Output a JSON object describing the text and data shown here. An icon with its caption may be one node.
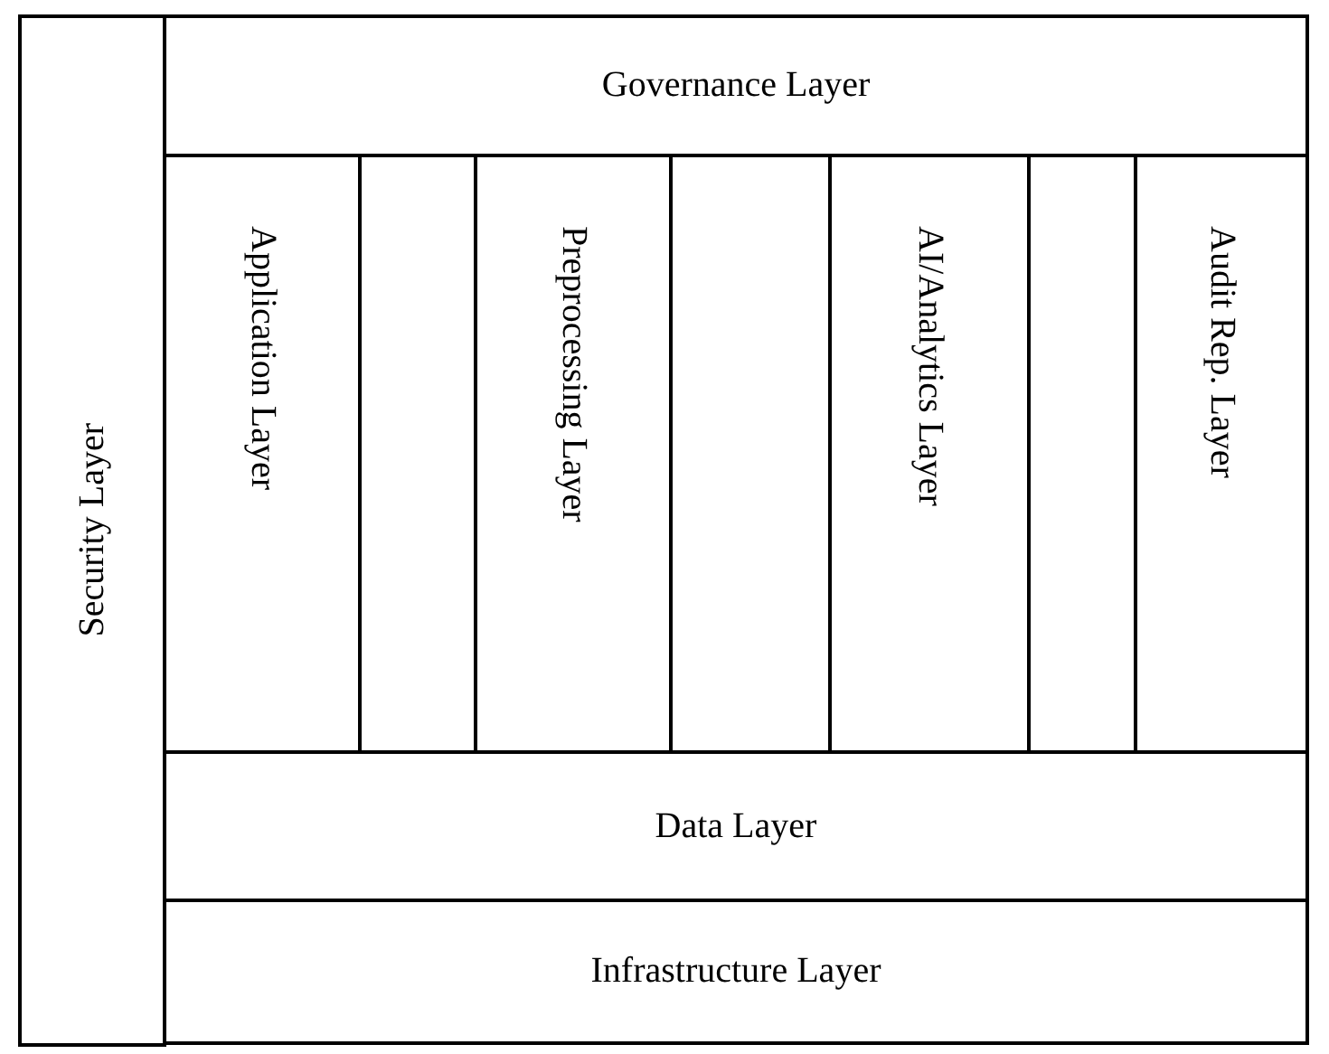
{
  "diagram": {
    "nodes": [
      {
        "text": [
          "Security Layer"
        ]
      },
      {
        "text": [
          "Governance Layer"
        ]
      },
      {
        "text": [
          "Application Layer"
        ]
      },
      {
        "text": [],
        "shape": "box"
      },
      {
        "text": [
          "Preprocessing Layer"
        ]
      },
      {
        "text": [],
        "shape": "box"
      },
      {
        "text": [
          "AI/Analytics Layer"
        ]
      },
      {
        "text": [],
        "shape": "box"
      },
      {
        "text": [
          "Audit Rep. Layer"
        ]
      },
      {
        "text": [
          "Data Layer"
        ]
      },
      {
        "text": [
          "Infrastructure Layer"
        ]
      }
    ]
  }
}
